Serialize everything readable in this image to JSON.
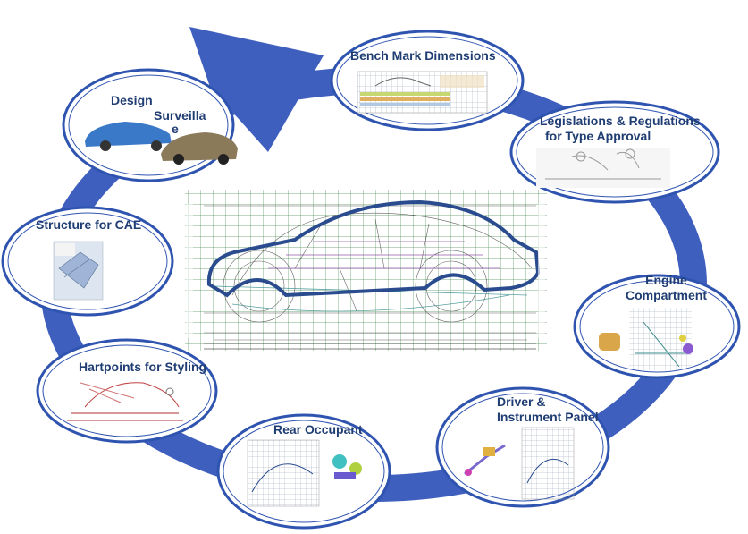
{
  "colors": {
    "ring": "#3f5fbf",
    "node_border": "#2f54b0",
    "label_text": "#1f3d73",
    "drawing_grid": "#2f7a3a",
    "drawing_outline": "#2a4c8f"
  },
  "cycle": {
    "nodes": [
      {
        "id": "bench-mark-dimensions",
        "label_lines": [
          "Bench Mark Dimensions"
        ],
        "thumbnail": "benchmark-table"
      },
      {
        "id": "legislations-regulations",
        "label_lines": [
          "Legislations & Regulations",
          "for Type Approval"
        ],
        "thumbnail": "occupant-sketch"
      },
      {
        "id": "engine-compartment",
        "label_lines": [
          "Engine",
          "Compartment"
        ],
        "thumbnail": "engine-drawing"
      },
      {
        "id": "driver-instrument-panel",
        "label_lines": [
          "Driver &",
          "Instrument Panel"
        ],
        "thumbnail": "driver-drawing"
      },
      {
        "id": "rear-occupant",
        "label_lines": [
          "Rear Occupant"
        ],
        "thumbnail": "rear-drawing"
      },
      {
        "id": "hartpoints-styling",
        "label_lines": [
          "Hartpoints for Styling"
        ],
        "thumbnail": "hardpoint-sketch"
      },
      {
        "id": "structure-cae",
        "label_lines": [
          "Structure for CAE"
        ],
        "thumbnail": "cae-model"
      },
      {
        "id": "design-surveillance",
        "label_lines": [
          "Design",
          "Surveilla",
          "e"
        ],
        "thumbnail": "car-renders"
      }
    ]
  },
  "center": {
    "drawing": "vehicle-package-layout-drawing"
  }
}
